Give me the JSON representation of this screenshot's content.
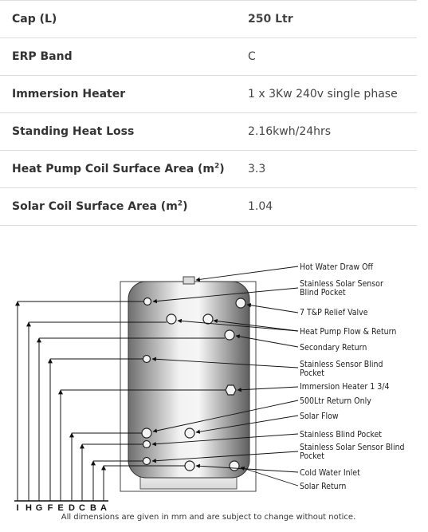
{
  "specs": [
    {
      "label": "Cap (L)",
      "value": "250 Ltr"
    },
    {
      "label": "ERP Band",
      "value": "C"
    },
    {
      "label": "Immersion Heater",
      "value": "1 x 3Kw 240v single phase"
    },
    {
      "label": "Standing Heat Loss",
      "value": "2.16kwh/24hrs"
    },
    {
      "label": "Heat Pump Coil Surface Area (m",
      "label_sup": "2",
      "label_end": ")",
      "value": "3.3"
    },
    {
      "label": "Solar Coil Surface Area (m",
      "label_sup": "2",
      "label_end": ")",
      "value": "1.04"
    }
  ],
  "diagram": {
    "labels": {
      "hot_water": "Hot Water Draw Off",
      "solar_sensor_top_1": "Stainless Solar Sensor",
      "solar_sensor_top_2": "Blind Pocket",
      "tp_relief": "7 T&P Relief Valve",
      "heat_pump": "Heat Pump Flow & Return",
      "secondary": "Secondary Return",
      "sensor_blind_1": "Stainless Sensor Blind",
      "sensor_blind_2": "Pocket",
      "immersion": "Immersion Heater 1 3/4",
      "return_500": "500Ltr Return Only",
      "solar_flow": "Solar Flow",
      "blind_pocket": "Stainless Blind Pocket",
      "solar_sensor_bot_1": "Stainless Solar Sensor Blind",
      "solar_sensor_bot_2": "Pocket",
      "cold_water": "Cold Water Inlet",
      "solar_return": "Solar Return"
    },
    "axis_letters": [
      "I",
      "H",
      "G",
      "F",
      "E",
      "D",
      "C",
      "B",
      "A"
    ]
  },
  "footer": "All dimensions are given in mm and are subject to change without notice."
}
